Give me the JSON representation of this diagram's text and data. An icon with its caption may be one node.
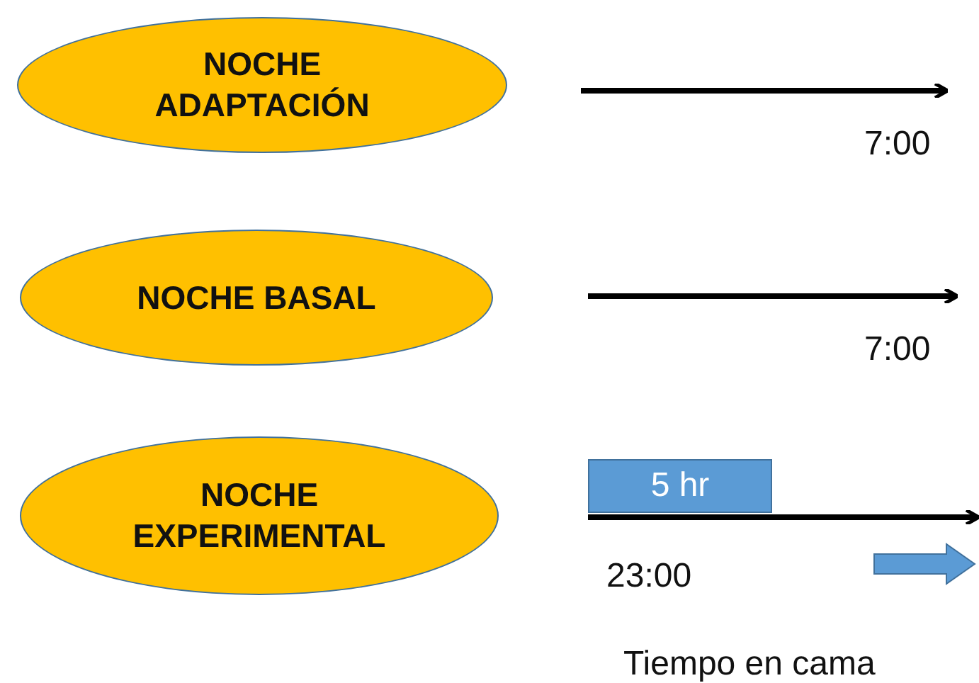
{
  "diagram": {
    "nodes": [
      {
        "text": [
          "NOCHE ADAPTACIÓN"
        ]
      },
      {
        "text": [
          "NOCHE BASAL"
        ]
      },
      {
        "text": [
          "NOCHE EXPERIMENTAL"
        ]
      },
      {
        "text": [
          "5 hr"
        ]
      }
    ],
    "labels": [
      "7:00",
      "7:00",
      "23:00",
      "Tiempo en cama"
    ]
  }
}
